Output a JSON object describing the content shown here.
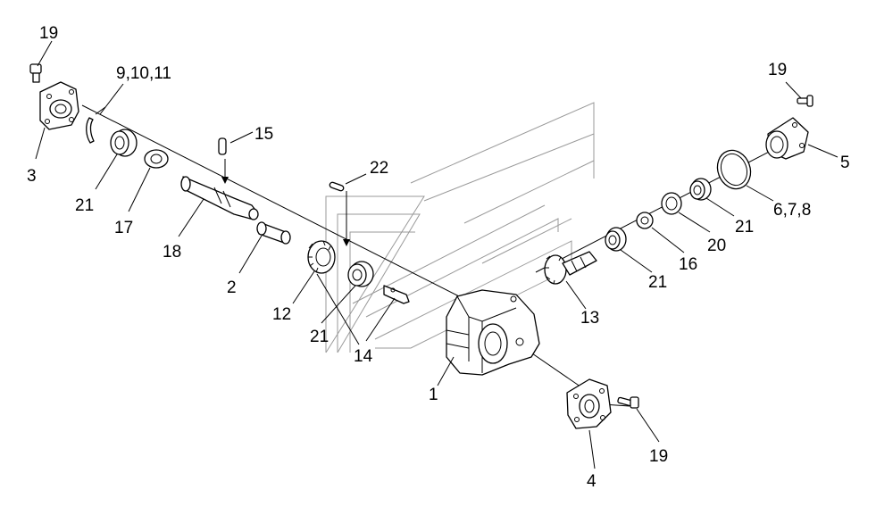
{
  "diagram": {
    "labels": {
      "l19a": "19",
      "l91011": "9,10,11",
      "l3": "3",
      "l21a": "21",
      "l17": "17",
      "l18": "18",
      "l15": "15",
      "l2": "2",
      "l22": "22",
      "l12": "12",
      "l21b": "21",
      "l14": "14",
      "l1": "1",
      "l13": "13",
      "l21c": "21",
      "l16": "16",
      "l20": "20",
      "l21d": "21",
      "l678": "6,7,8",
      "l5": "5",
      "l19b": "19",
      "l4": "4",
      "l19c": "19"
    }
  }
}
